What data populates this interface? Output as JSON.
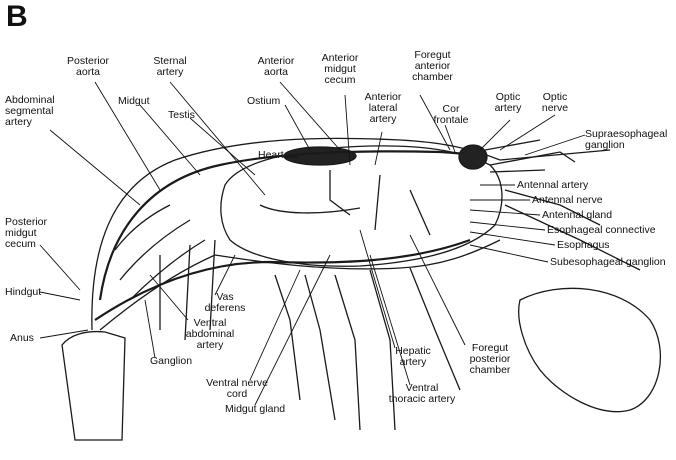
{
  "panel": "B",
  "labels": {
    "posterior_aorta": "Posterior aorta",
    "sternal_artery": "Sternal artery",
    "anterior_aorta": "Anterior aorta",
    "anterior_midgut_cecum": "Anterior midgut cecum",
    "foregut_anterior_chamber": "Foregut anterior chamber",
    "abdominal_segmental_artery": "Abdominal segmental artery",
    "midgut": "Midgut",
    "testis": "Testis",
    "ostium": "Ostium",
    "anterior_lateral_artery": "Anterior lateral artery",
    "optic_artery": "Optic artery",
    "optic_nerve": "Optic nerve",
    "cor_frontale": "Cor frontale",
    "heart": "Heart",
    "supraesophageal_ganglion": "Supraesophageal ganglion",
    "antennal_artery": "Antennal artery",
    "antennal_nerve": "Antennal nerve",
    "antennal_gland": "Antennal gland",
    "esophageal_connective": "Esophageal connective",
    "esophagus": "Esophagus",
    "subesophageal_ganglion": "Subesophageal ganglion",
    "posterior_midgut_cecum": "Posterior midgut cecum",
    "hindgut": "Hindgut",
    "anus": "Anus",
    "vas_deferens": "Vas deferens",
    "ventral_abdominal_artery": "Ventral abdominal artery",
    "ganglion": "Ganglion",
    "ventral_nerve_cord": "Ventral nerve cord",
    "midgut_gland": "Midgut gland",
    "hepatic_artery": "Hepatic artery",
    "ventral_thoracic_artery": "Ventral thoracic artery",
    "foregut_posterior_chamber": "Foregut posterior chamber"
  }
}
